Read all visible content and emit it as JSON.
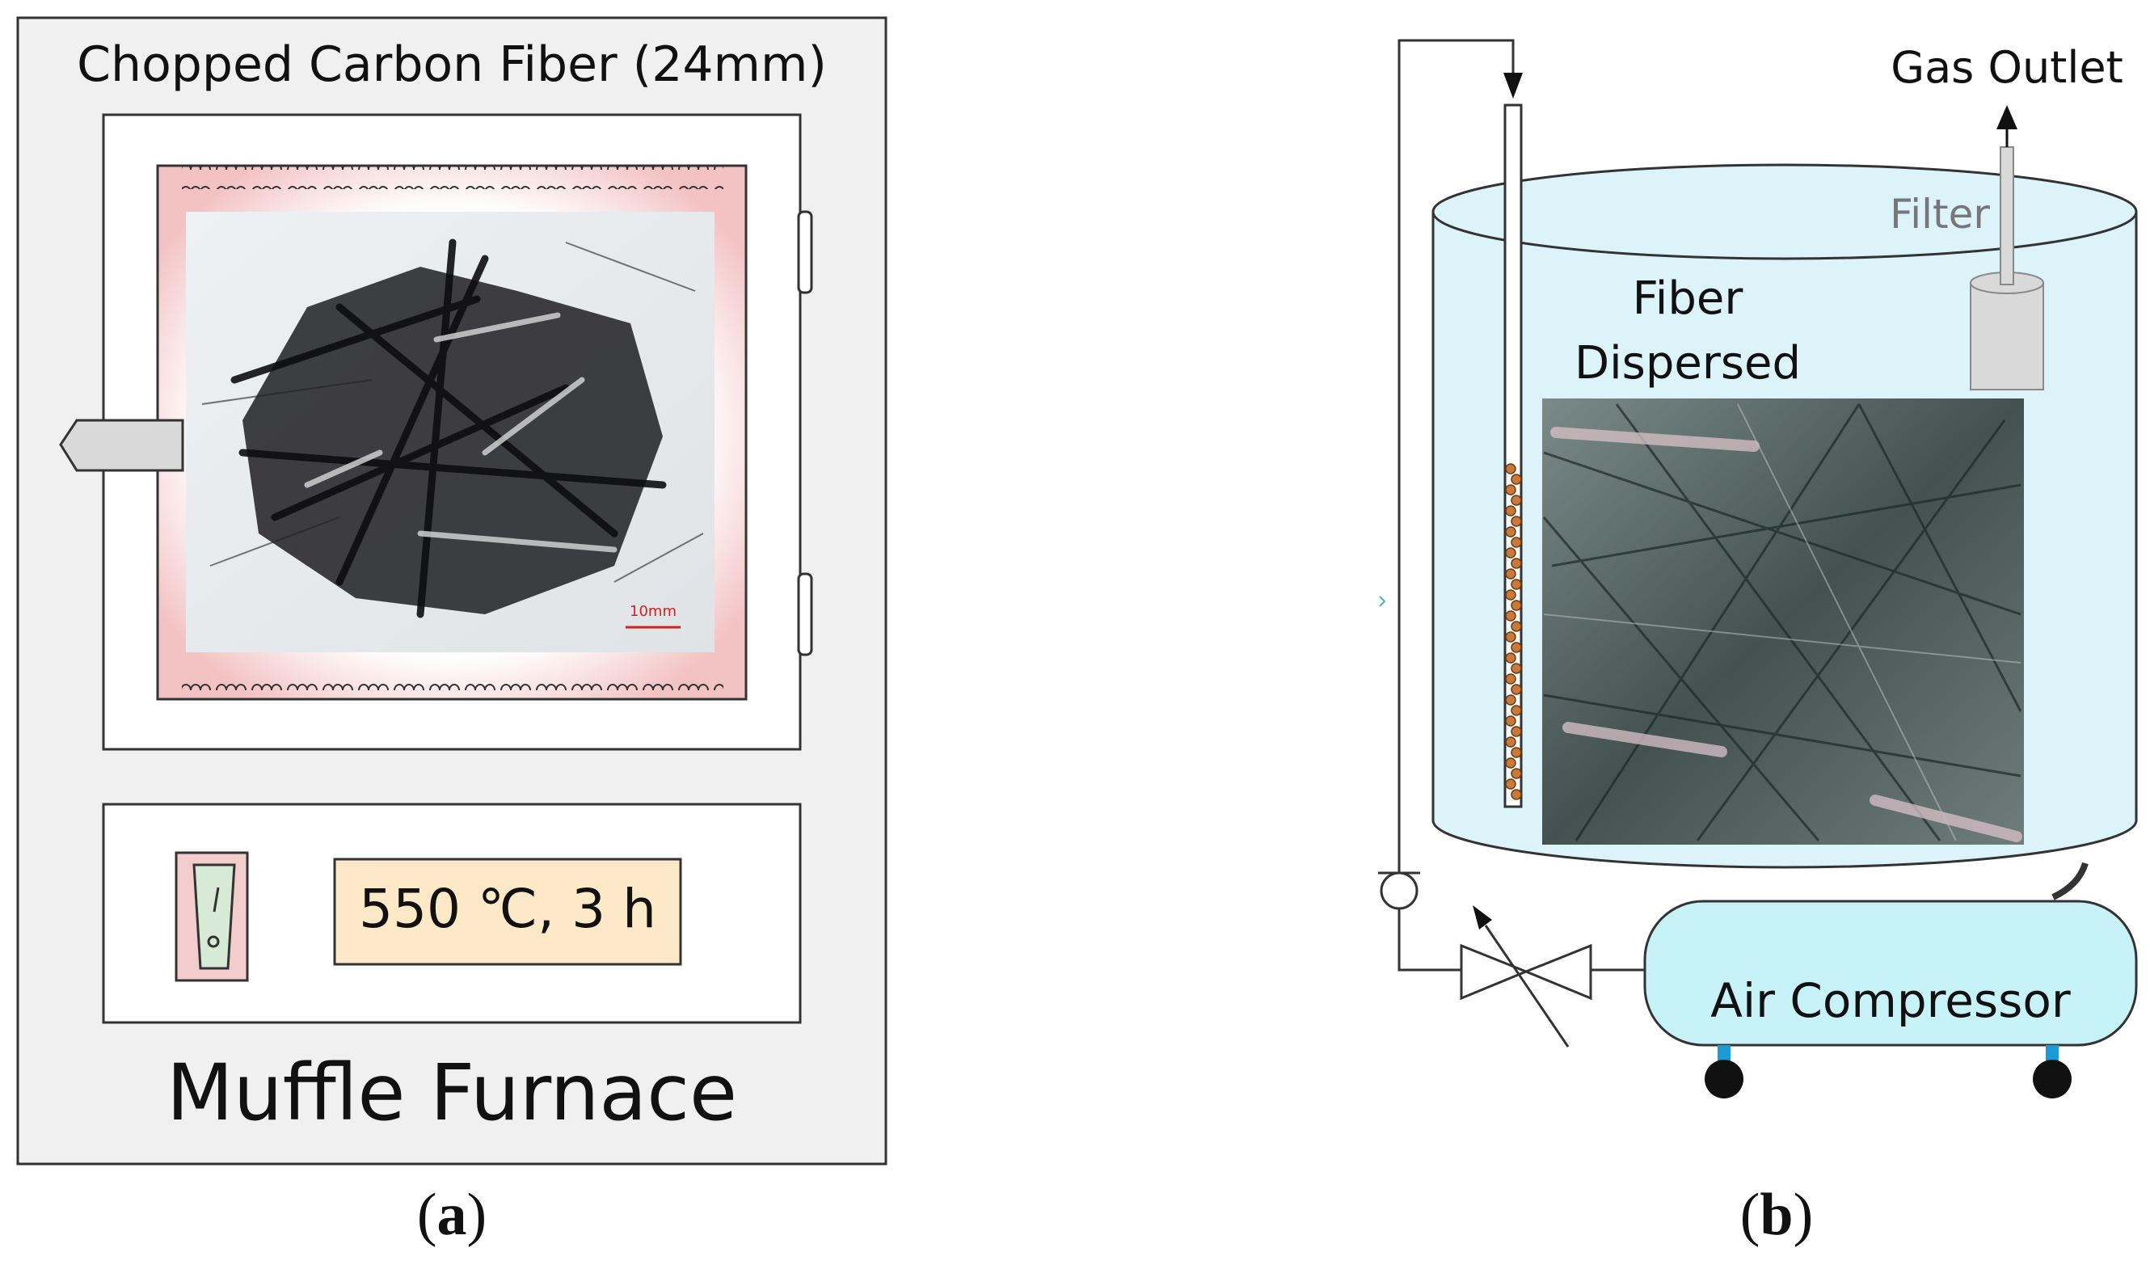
{
  "panel_a": {
    "title": "Chopped Carbon Fiber (24mm)",
    "scale_bar": "10mm",
    "display": "550 ℃, 3 h",
    "label": "Muffle Furnace",
    "caption_open": "(",
    "caption_letter": "a",
    "caption_close": ")"
  },
  "panel_b": {
    "gas_outlet": "Gas Outlet",
    "filter": "Filter",
    "fiber_line1": "Fiber",
    "fiber_line2": "Dispersed",
    "compressor": "Air Compressor",
    "caption_open": "(",
    "caption_letter": "b",
    "caption_close": ")"
  },
  "colors": {
    "frame_bg": "#f0f0f0",
    "heater_glow": "#f3c3c3",
    "display_bg": "#fde9c7",
    "switch_bg": "#f3cccc",
    "switch_body": "#d6ead6",
    "tank_fill": "#dcf3fa",
    "compressor_fill": "#c6f2f8",
    "filter_fill": "#d9d9d9",
    "bubbles": "#c97a3a",
    "wheel_leg": "#1a9ad6",
    "scale_bar": "#d42020"
  }
}
